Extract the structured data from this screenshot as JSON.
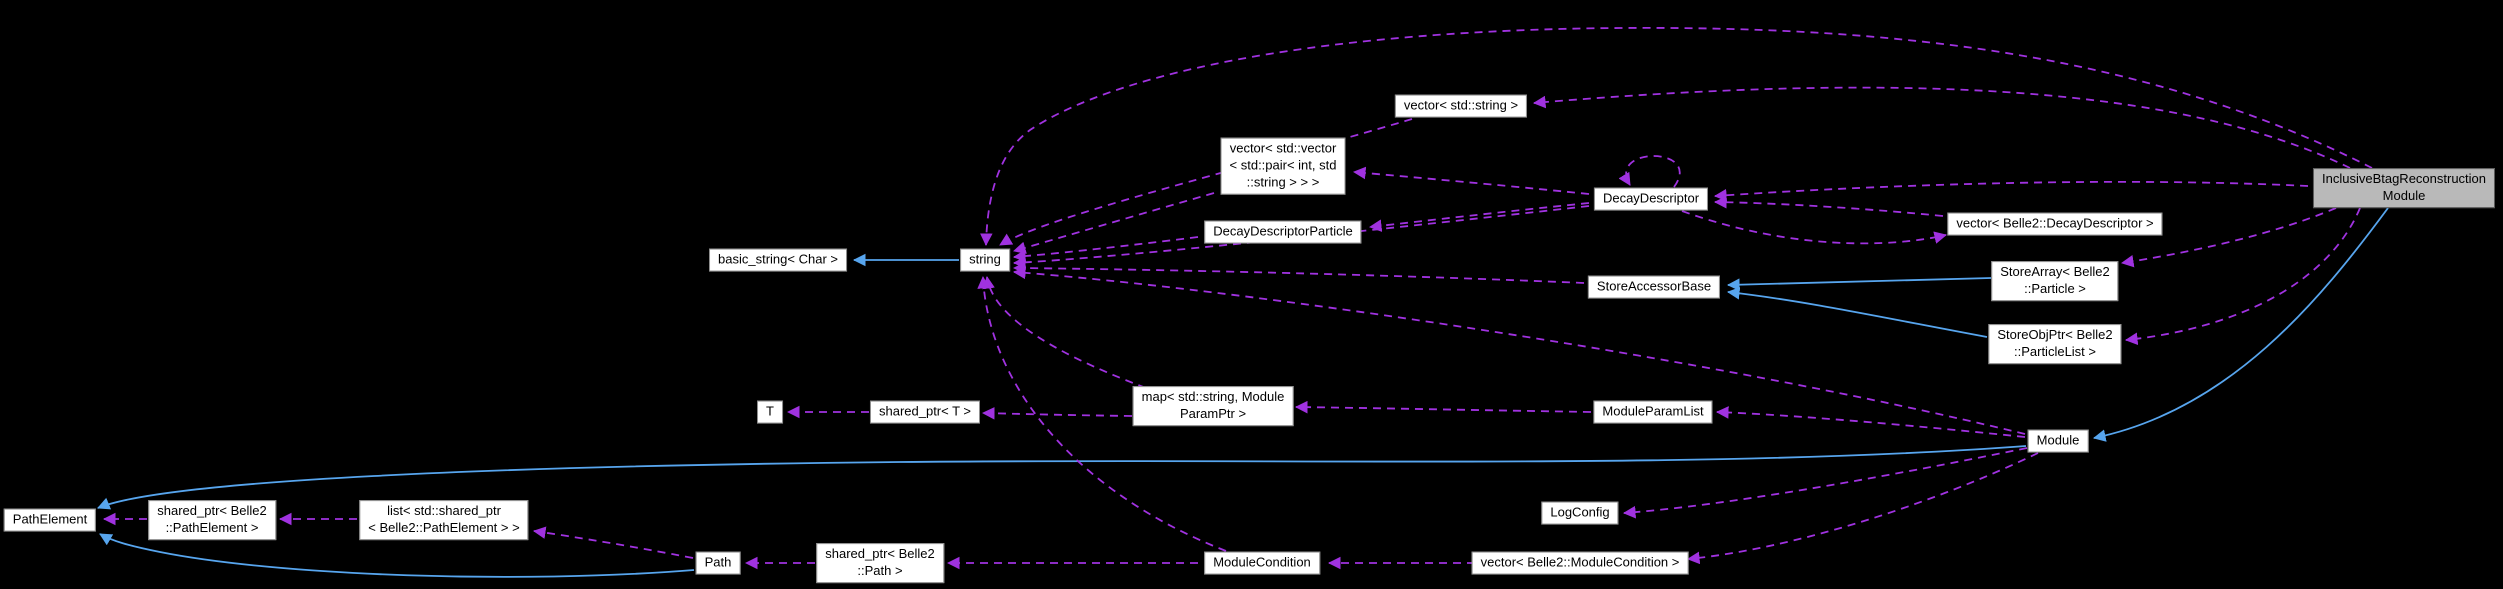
{
  "diagram": {
    "kind": "collaboration-graph",
    "main_class": "InclusiveBtagReconstructionModule",
    "colors": {
      "background": "#000000",
      "inheritance_edge": "#57a5ee",
      "usage_edge": "#a032e0",
      "node_fill": "#ffffff",
      "node_border": "#8c8c8c",
      "main_node_fill": "#b9b9b9",
      "main_node_border": "#5a5a5a",
      "text": "#000000"
    },
    "nodes": {
      "inclusive-btag-reconstruction-module": {
        "label": "InclusiveBtagReconstruction\nModule"
      },
      "vector-std-string": {
        "label": "vector< std::string >"
      },
      "vector-vector-pair": {
        "label": "vector< std::vector\n< std::pair< int, std\n::string > > >"
      },
      "decay-descriptor-particle": {
        "label": "DecayDescriptorParticle"
      },
      "basic-string-char": {
        "label": "basic_string< Char >"
      },
      "string": {
        "label": "string"
      },
      "decay-descriptor": {
        "label": "DecayDescriptor"
      },
      "vector-belle2-decay-descriptor": {
        "label": "vector< Belle2::DecayDescriptor >"
      },
      "store-accessor-base": {
        "label": "StoreAccessorBase"
      },
      "store-array-particle": {
        "label": "StoreArray< Belle2\n::Particle >"
      },
      "store-obj-ptr-particle-list": {
        "label": "StoreObjPtr< Belle2\n::ParticleList >"
      },
      "t": {
        "label": "T"
      },
      "shared-ptr-t": {
        "label": "shared_ptr< T >"
      },
      "map-string-moduleparamptr": {
        "label": "map< std::string, Module\nParamPtr >"
      },
      "module-param-list": {
        "label": "ModuleParamList"
      },
      "module": {
        "label": "Module"
      },
      "path-element": {
        "label": "PathElement"
      },
      "shared-ptr-path-element": {
        "label": "shared_ptr< Belle2\n::PathElement >"
      },
      "list-shared-ptr-path-element": {
        "label": "list< std::shared_ptr\n< Belle2::PathElement > >"
      },
      "path": {
        "label": "Path"
      },
      "shared-ptr-path": {
        "label": "shared_ptr< Belle2\n::Path >"
      },
      "log-config": {
        "label": "LogConfig"
      },
      "module-condition": {
        "label": "ModuleCondition"
      },
      "vector-belle2-module-condition": {
        "label": "vector< Belle2::ModuleCondition >"
      }
    },
    "edges": [
      {
        "from": "string",
        "to": "basic-string-char",
        "type": "inheritance"
      },
      {
        "from": "store-array-particle",
        "to": "store-accessor-base",
        "type": "inheritance"
      },
      {
        "from": "store-obj-ptr-particle-list",
        "to": "store-accessor-base",
        "type": "inheritance"
      },
      {
        "from": "inclusive-btag-reconstruction-module",
        "to": "module",
        "type": "inheritance"
      },
      {
        "from": "module",
        "to": "path-element",
        "type": "inheritance"
      },
      {
        "from": "path",
        "to": "path-element",
        "type": "inheritance"
      },
      {
        "from": "inclusive-btag-reconstruction-module",
        "to": "string",
        "type": "usage"
      },
      {
        "from": "inclusive-btag-reconstruction-module",
        "to": "vector-std-string",
        "type": "usage"
      },
      {
        "from": "inclusive-btag-reconstruction-module",
        "to": "decay-descriptor",
        "type": "usage"
      },
      {
        "from": "inclusive-btag-reconstruction-module",
        "to": "store-array-particle",
        "type": "usage"
      },
      {
        "from": "inclusive-btag-reconstruction-module",
        "to": "store-obj-ptr-particle-list",
        "type": "usage"
      },
      {
        "from": "vector-std-string",
        "to": "string",
        "type": "usage"
      },
      {
        "from": "vector-vector-pair",
        "to": "string",
        "type": "usage"
      },
      {
        "from": "decay-descriptor-particle",
        "to": "string",
        "type": "usage"
      },
      {
        "from": "decay-descriptor",
        "to": "string",
        "type": "usage"
      },
      {
        "from": "store-accessor-base",
        "to": "string",
        "type": "usage"
      },
      {
        "from": "map-string-moduleparamptr",
        "to": "string",
        "type": "usage"
      },
      {
        "from": "module",
        "to": "string",
        "type": "usage"
      },
      {
        "from": "module-condition",
        "to": "string",
        "type": "usage"
      },
      {
        "from": "decay-descriptor",
        "to": "vector-vector-pair",
        "type": "usage"
      },
      {
        "from": "decay-descriptor",
        "to": "decay-descriptor-particle",
        "type": "usage"
      },
      {
        "from": "decay-descriptor",
        "to": "decay-descriptor",
        "type": "usage"
      },
      {
        "from": "decay-descriptor",
        "to": "vector-belle2-decay-descriptor",
        "type": "usage"
      },
      {
        "from": "vector-belle2-decay-descriptor",
        "to": "decay-descriptor",
        "type": "usage"
      },
      {
        "from": "module",
        "to": "module-param-list",
        "type": "usage"
      },
      {
        "from": "module-param-list",
        "to": "map-string-moduleparamptr",
        "type": "usage"
      },
      {
        "from": "map-string-moduleparamptr",
        "to": "shared-ptr-t",
        "type": "usage"
      },
      {
        "from": "shared-ptr-t",
        "to": "t",
        "type": "usage"
      },
      {
        "from": "module",
        "to": "log-config",
        "type": "usage"
      },
      {
        "from": "module",
        "to": "vector-belle2-module-condition",
        "type": "usage"
      },
      {
        "from": "vector-belle2-module-condition",
        "to": "module-condition",
        "type": "usage"
      },
      {
        "from": "module-condition",
        "to": "shared-ptr-path",
        "type": "usage"
      },
      {
        "from": "shared-ptr-path",
        "to": "path",
        "type": "usage"
      },
      {
        "from": "path",
        "to": "list-shared-ptr-path-element",
        "type": "usage"
      },
      {
        "from": "list-shared-ptr-path-element",
        "to": "shared-ptr-path-element",
        "type": "usage"
      },
      {
        "from": "shared-ptr-path-element",
        "to": "path-element",
        "type": "usage"
      }
    ]
  }
}
